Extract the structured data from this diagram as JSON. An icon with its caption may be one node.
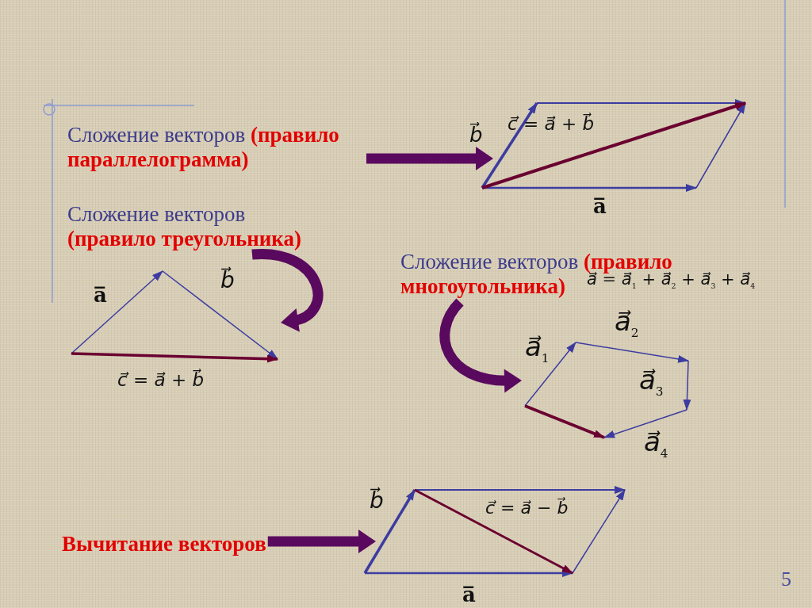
{
  "diagram": {
    "nodes": [
      {
        "text": [
          "Сложение векторов **(правило параллелограмма)**"
        ]
      },
      {
        "text": [],
        "shape": "picture"
      },
      {
        "text": [
          "Сложение векторов **(правило треугольника)**"
        ]
      },
      {
        "text": [],
        "shape": "picture"
      },
      {
        "text": [
          "Сложение векторов **(правило многоугольника)**"
        ]
      },
      {
        "text": [],
        "shape": "picture"
      },
      {
        "text": [
          "Вычитание векторов"
        ]
      },
      {
        "text": [],
        "shape": "picture"
      }
    ],
    "edges": [
      {
        "from": 0,
        "to": 1,
        "arrow": "to"
      },
      {
        "from": 2,
        "to": 3,
        "arrow": "to"
      },
      {
        "from": 4,
        "to": 5,
        "arrow": "to"
      },
      {
        "from": 6,
        "to": 7,
        "arrow": "to"
      }
    ],
    "labels": [
      "b⃗",
      "c⃗ = a⃗ + b⃗",
      "a̅",
      "a̅",
      "b⃗",
      "c⃗ = a⃗ + b⃗",
      "a⃗ = a⃗$_{1}$ + a⃗$_{2}$ + a⃗$_{3}$ + a⃗$_{4}$",
      "a⃗$_{2}$",
      "a⃗$_{1}$",
      "a⃗$_{3}$",
      "a⃗$_{4}$",
      "b⃗",
      "c⃗ = a⃗ − b⃗",
      "a̅",
      "5"
    ]
  }
}
